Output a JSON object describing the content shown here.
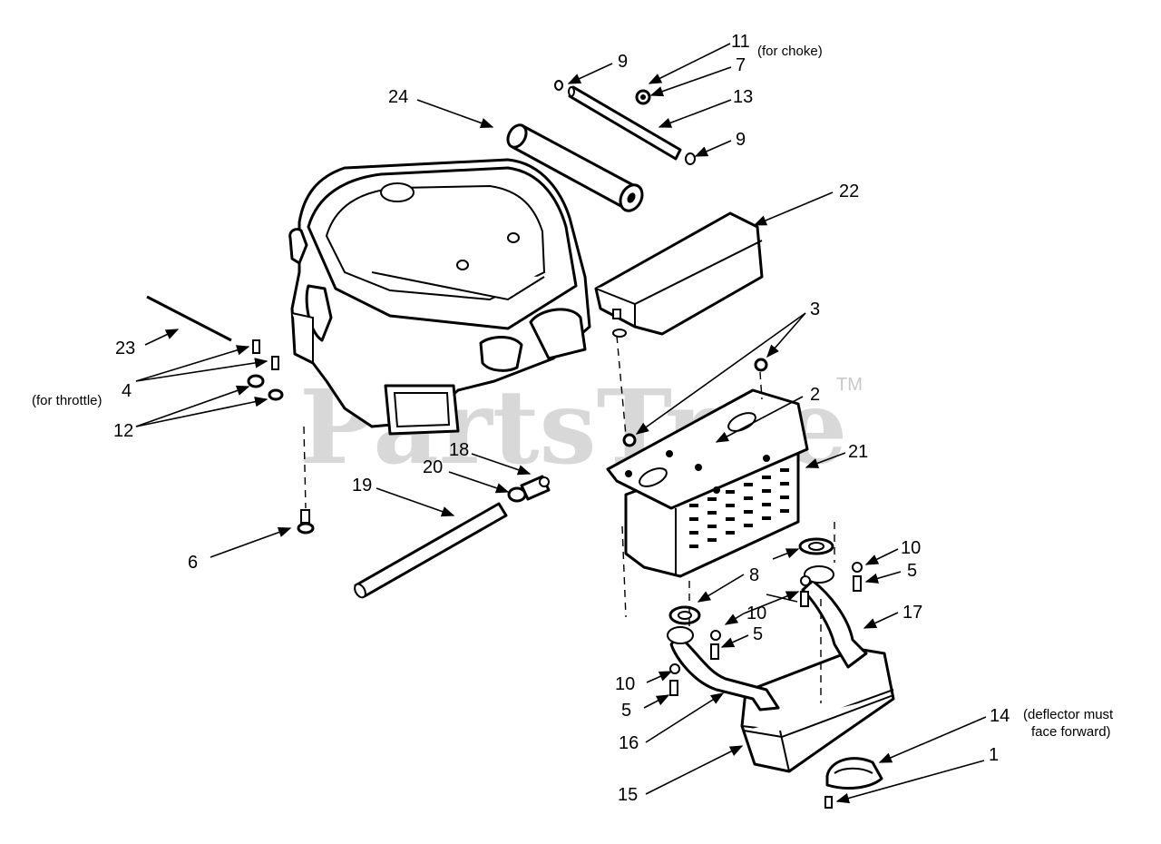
{
  "watermark": {
    "text": "PartsTree",
    "mark": "TM"
  },
  "labels": {
    "n1": "1",
    "n2": "2",
    "n3": "3",
    "n4": "4",
    "n5a": "5",
    "n5b": "5",
    "n5c": "5",
    "n6": "6",
    "n7": "7",
    "n8": "8",
    "n9a": "9",
    "n9b": "9",
    "n10a": "10",
    "n10b": "10",
    "n10c": "10",
    "n11": "11",
    "n12": "12",
    "n13": "13",
    "n14": "14",
    "n15": "15",
    "n16": "16",
    "n17": "17",
    "n18": "18",
    "n19": "19",
    "n20": "20",
    "n21": "21",
    "n22": "22",
    "n23": "23",
    "n24": "24"
  },
  "notes": {
    "choke": "(for choke)",
    "throttle": "(for throttle)",
    "deflector_line1": "(deflector must",
    "deflector_line2": "face forward)"
  }
}
